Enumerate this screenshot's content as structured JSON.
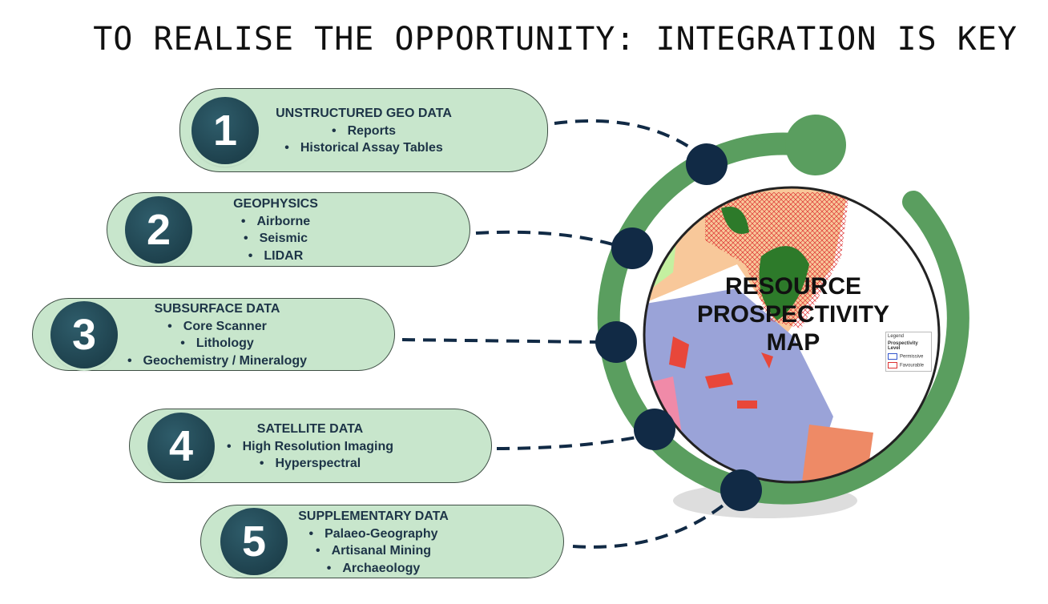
{
  "title": "TO REALISE THE OPPORTUNITY: INTEGRATION IS KEY",
  "items": [
    {
      "number": "1",
      "heading": "UNSTRUCTURED GEO DATA",
      "bullets": [
        "Reports",
        "Historical Assay Tables"
      ]
    },
    {
      "number": "2",
      "heading": "GEOPHYSICS",
      "bullets": [
        "Airborne",
        "Seismic",
        "LIDAR"
      ]
    },
    {
      "number": "3",
      "heading": "SUBSURFACE DATA",
      "bullets": [
        "Core Scanner",
        "Lithology",
        "Geochemistry / Mineralogy"
      ]
    },
    {
      "number": "4",
      "heading": "SATELLITE DATA",
      "bullets": [
        "High Resolution Imaging",
        "Hyperspectral"
      ]
    },
    {
      "number": "5",
      "heading": "SUPPLEMENTARY DATA",
      "bullets": [
        "Palaeo-Geography",
        "Artisanal Mining",
        "Archaeology"
      ]
    }
  ],
  "map": {
    "label_lines": [
      "RESOURCE",
      "PROSPECTIVITY",
      "MAP"
    ],
    "legend": {
      "title": "Legend",
      "subtitle": "Prospectivity Level",
      "entries": [
        "Permissive",
        "Favourable"
      ]
    }
  },
  "colors": {
    "ring": "#5a9e5f",
    "dot": "#112a45",
    "pill": "#c8e6cc"
  }
}
